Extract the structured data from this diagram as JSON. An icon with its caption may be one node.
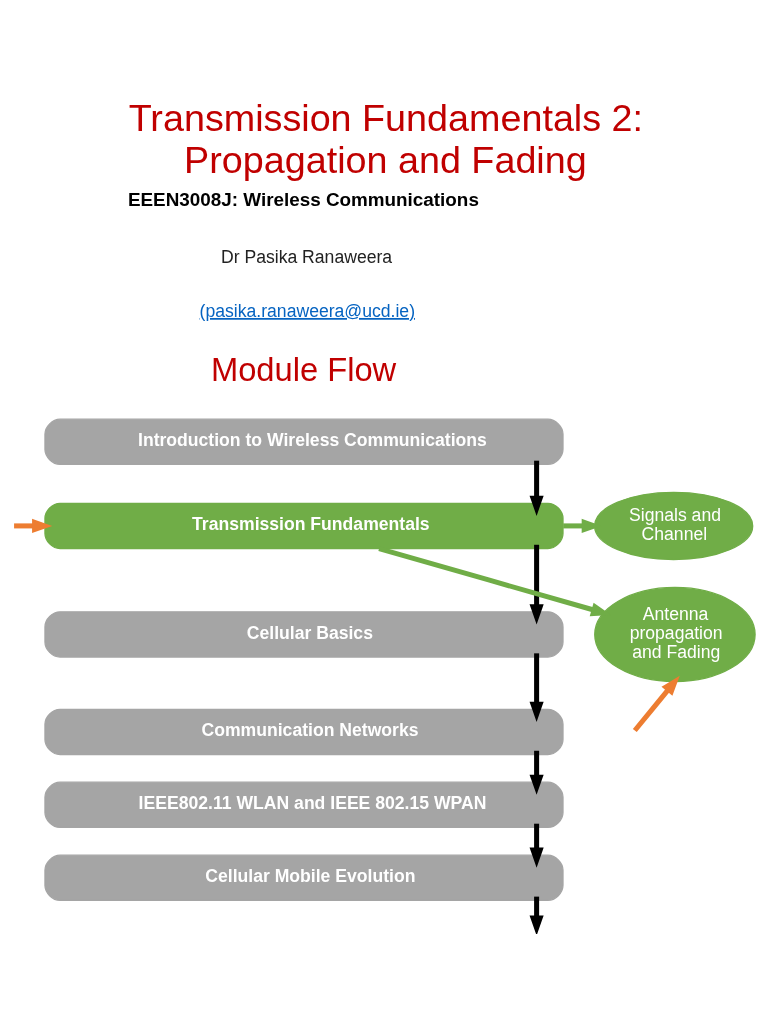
{
  "diagram": {
    "title": "Transmission Fundamentals 2: Propagation and Fading",
    "nodes": [
      {
        "text": [
          "Introduction to Wireless Communications"
        ]
      },
      {
        "text": [
          "Transmission Fundamentals"
        ]
      },
      {
        "text": [
          "Cellular Basics"
        ]
      },
      {
        "text": [
          "Communication Networks"
        ]
      },
      {
        "text": [
          "IEEE802.11 WLAN and IEEE 802.15 WPAN"
        ]
      },
      {
        "text": [
          "Cellular Mobile Evolution"
        ]
      },
      {
        "text": [
          "Signals and Channel"
        ]
      },
      {
        "text": [
          "Antenna propagation and Fading"
        ]
      }
    ],
    "edges": [
      {
        "from": 0,
        "to": 1,
        "arrow": "to"
      },
      {
        "from": 1,
        "to": 2,
        "arrow": "to"
      },
      {
        "from": 2,
        "to": 3,
        "arrow": "to"
      },
      {
        "from": 3,
        "to": 4,
        "arrow": "to"
      },
      {
        "from": 4,
        "to": 5,
        "arrow": "to"
      },
      {
        "from": 5,
        "to": null,
        "arrow": "to"
      },
      {
        "from": null,
        "to": 1,
        "arrow": "to",
        "color": "#ed7d31"
      },
      {
        "from": 1,
        "to": 6,
        "arrow": "to",
        "color": "#70ad47"
      },
      {
        "from": 1,
        "to": 7,
        "arrow": "to",
        "color": "#70ad47"
      },
      {
        "from": null,
        "to": 7,
        "arrow": "to",
        "color": "#ed7d31"
      }
    ],
    "labels": [
      "EEEN3008J: Wireless Communications",
      "Dr Pasika Ranaweera",
      "(pasika.ranaweera@ucd.ie)",
      "Module Flow"
    ]
  }
}
